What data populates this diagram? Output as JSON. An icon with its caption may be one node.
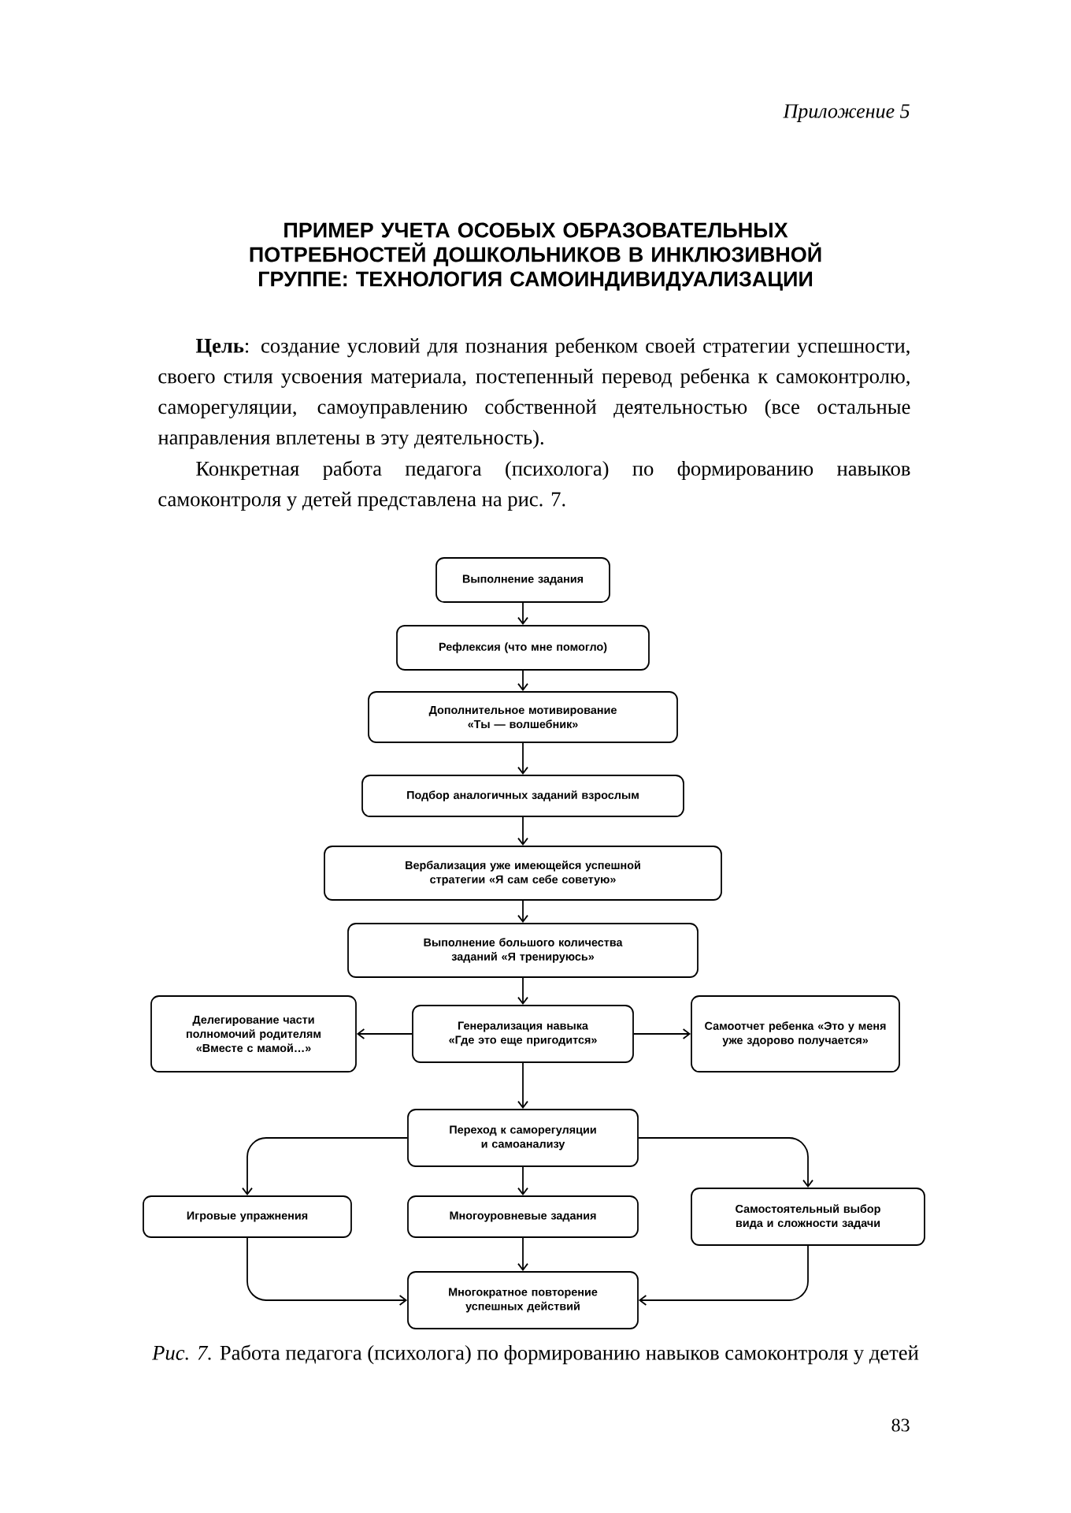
{
  "diagram": {
    "title": "ПРИМЕР УЧЕТА ОСОБЫХ ОБРАЗОВАТЕЛЬНЫХ ПОТРЕБНОСТЕЙ ДОШКОЛЬНИКОВ В ИНКЛЮЗИВНОЙ ГРУППЕ: ТЕХНОЛОГИЯ САМОИНДИВИДУАЛИЗАЦИИ",
    "caption": "*Рис. 7.* Работа педагога (психолога) по формированию навыков самоконтроля у детей",
    "nodes": [
      {
        "text": [
          "Выполнение задания"
        ]
      },
      {
        "text": [
          "Рефлексия (что мне помогло)"
        ]
      },
      {
        "text": [
          "Дополнительное мотивирование «Ты — волшебник»"
        ]
      },
      {
        "text": [
          "Подбор аналогичных заданий взрослым"
        ]
      },
      {
        "text": [
          "Вербализация уже имеющейся успешной стратегии «Я сам себе советую»"
        ]
      },
      {
        "text": [
          "Выполнение большого количества заданий «Я тренируюсь»"
        ]
      },
      {
        "text": [
          "Делегирование части полномочий родителям «Вместе с мамой…»"
        ]
      },
      {
        "text": [
          "Генерализация навыка «Где это еще пригодится»"
        ]
      },
      {
        "text": [
          "Самоотчет ребенка «Это у меня уже здорово получается»"
        ]
      },
      {
        "text": [
          "Переход к саморегуляции и самоанализу"
        ]
      },
      {
        "text": [
          "Игровые упражнения"
        ]
      },
      {
        "text": [
          "Многоуровневые задания"
        ]
      },
      {
        "text": [
          "Самостоятельный выбор вида и сложности задачи"
        ]
      },
      {
        "text": [
          "Многократное повторение успешных действий"
        ]
      }
    ],
    "edges": [
      {
        "from": 0,
        "to": 1,
        "arrow": "to"
      },
      {
        "from": 1,
        "to": 2,
        "arrow": "to"
      },
      {
        "from": 2,
        "to": 3,
        "arrow": "to"
      },
      {
        "from": 3,
        "to": 4,
        "arrow": "to"
      },
      {
        "from": 4,
        "to": 5,
        "arrow": "to"
      },
      {
        "from": 5,
        "to": 7,
        "arrow": "to"
      },
      {
        "from": 7,
        "to": 6,
        "arrow": "to"
      },
      {
        "from": 7,
        "to": 8,
        "arrow": "to"
      },
      {
        "from": 7,
        "to": 9,
        "arrow": "to"
      },
      {
        "from": 9,
        "to": 10,
        "arrow": "to"
      },
      {
        "from": 9,
        "to": 11,
        "arrow": "to"
      },
      {
        "from": 9,
        "to": 12,
        "arrow": "to"
      },
      {
        "from": 10,
        "to": 13,
        "arrow": "to"
      },
      {
        "from": 11,
        "to": 13,
        "arrow": "to"
      },
      {
        "from": 12,
        "to": 13,
        "arrow": "to"
      }
    ],
    "labels": [
      "Приложение 5",
      "**Цель**: создание условий для познания ребенком своей стратегии успешности, своего стиля усвоения материала, постепенный перевод ребенка к самоконтролю, саморегуляции, самоуправлению собственной деятельностью (все остальные направления вплетены в эту деятельность).",
      "Конкретная работа педагога (психолога) по формированию навыков самоконтроля у детей представлена на рис. 7.",
      "83"
    ]
  }
}
